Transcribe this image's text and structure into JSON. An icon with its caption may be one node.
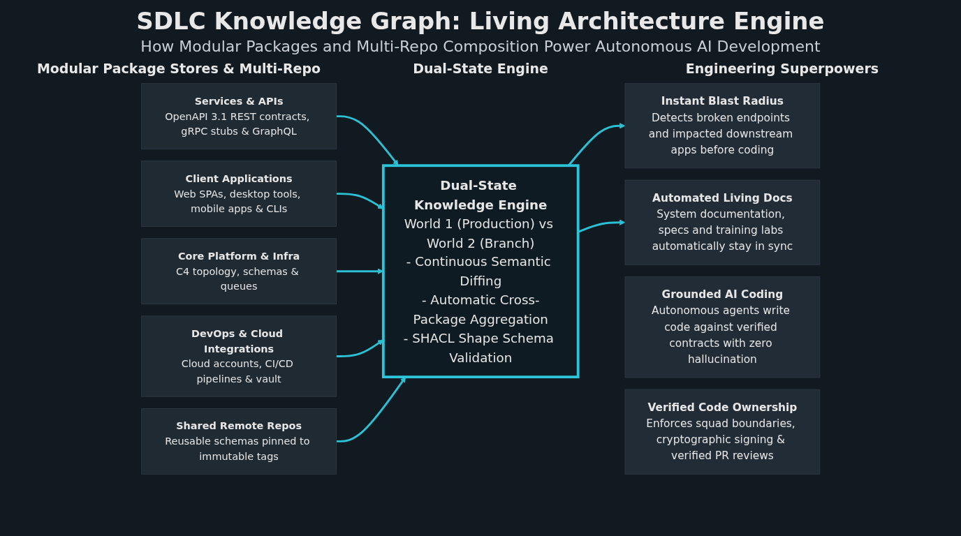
{
  "diagram": {
    "title": "SDLC Knowledge Graph: Living Architecture Engine",
    "nodes": [
      {
        "text": [
          "Services & APIs",
          "OpenAPI 3.1 REST contracts, gRPC stubs & GraphQL"
        ]
      },
      {
        "text": [
          "Client Applications",
          "Web SPAs, desktop tools, mobile apps & CLIs"
        ]
      },
      {
        "text": [
          "Core Platform & Infra",
          "C4 topology, schemas & queues"
        ]
      },
      {
        "text": [
          "DevOps & Cloud Integrations",
          "Cloud accounts, CI/CD pipelines & vault"
        ]
      },
      {
        "text": [
          "Shared Remote Repos",
          "Reusable schemas pinned to immutable tags"
        ]
      },
      {
        "text": [
          "Dual-State Knowledge Engine",
          "World 1 (Production) vs World 2 (Branch)",
          "- Continuous Semantic Diffing",
          "- Automatic Cross-Package Aggregation",
          "- SHACL Shape Schema Validation"
        ]
      },
      {
        "text": [
          "Instant Blast Radius",
          "Detects broken endpoints and impacted downstream apps before coding"
        ]
      },
      {
        "text": [
          "Grounded AI Coding",
          "Autonomous agents write code against verified contracts with zero hallucination"
        ]
      },
      {
        "text": [
          "Automated Living Docs",
          "System documentation, specs and training labs automatically stay in sync"
        ]
      },
      {
        "text": [
          "Verified Code Ownership",
          "Enforces squad boundaries, cryptographic signing & verified PR reviews"
        ]
      }
    ],
    "edges": [
      {
        "from": 0,
        "to": 5,
        "arrow": "to"
      },
      {
        "from": 1,
        "to": 5,
        "arrow": "to"
      },
      {
        "from": 2,
        "to": 5,
        "arrow": "to"
      },
      {
        "from": 3,
        "to": 5,
        "arrow": "to"
      },
      {
        "from": 4,
        "to": 5,
        "arrow": "to"
      },
      {
        "from": 5,
        "to": 6,
        "arrow": "to"
      },
      {
        "from": 5,
        "to": 8,
        "arrow": "to"
      }
    ],
    "labels": [
      "How Modular Packages and Multi-Repo Composition Power Autonomous AI Development",
      "Modular Package Stores & Multi-Repo",
      "Dual-State Engine",
      "Engineering Superpowers"
    ]
  }
}
